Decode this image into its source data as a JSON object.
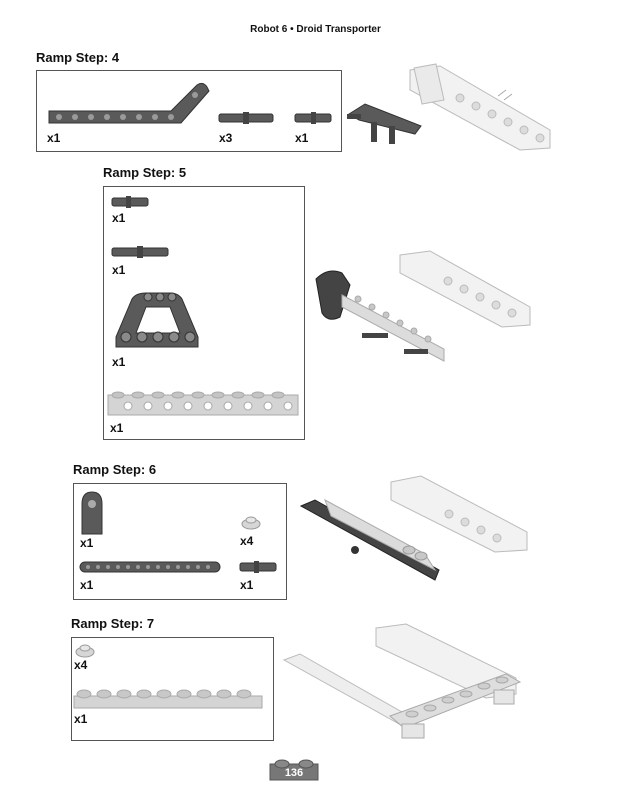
{
  "header": {
    "title": "Robot 6 • Droid Transporter"
  },
  "steps": [
    {
      "title": "Ramp Step: 4",
      "parts": [
        {
          "qty": "x1"
        },
        {
          "qty": "x3"
        },
        {
          "qty": "x1"
        }
      ]
    },
    {
      "title": "Ramp Step: 5",
      "parts": [
        {
          "qty": "x1"
        },
        {
          "qty": "x1"
        },
        {
          "qty": "x1"
        },
        {
          "qty": "x1"
        }
      ]
    },
    {
      "title": "Ramp Step: 6",
      "parts": [
        {
          "qty": "x1"
        },
        {
          "qty": "x4"
        },
        {
          "qty": "x1"
        },
        {
          "qty": "x1"
        }
      ]
    },
    {
      "title": "Ramp Step: 7",
      "parts": [
        {
          "qty": "x4"
        },
        {
          "qty": "x1"
        }
      ]
    }
  ],
  "page_number": "136",
  "colors": {
    "dark_part": "#555555",
    "light_part": "#d6d6d6",
    "border": "#555555"
  }
}
